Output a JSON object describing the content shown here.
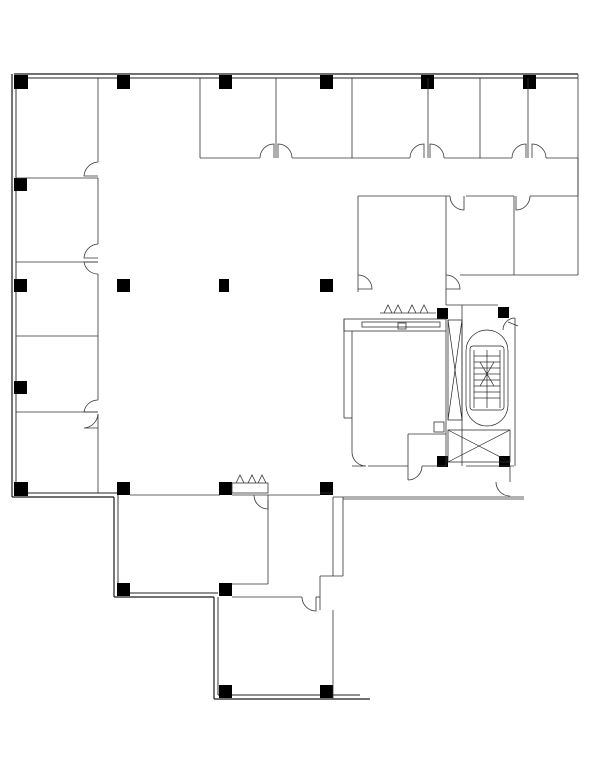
{
  "drawing": {
    "type": "floor-plan",
    "colors": {
      "background": "#ffffff",
      "linework": "#1a1a1a",
      "columns": "#000000"
    },
    "elements": [
      "exterior-walls",
      "structural-columns",
      "offices",
      "doors",
      "stair-core",
      "elevator-core"
    ]
  }
}
